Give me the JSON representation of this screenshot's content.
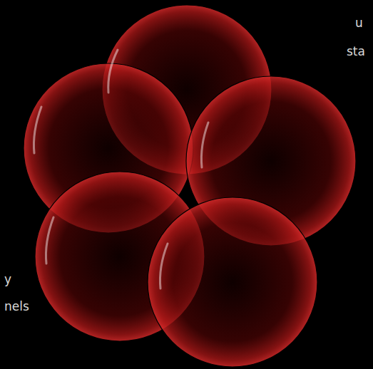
{
  "diagram": {
    "labels": [
      "u",
      "sta",
      "y",
      "nels"
    ]
  }
}
